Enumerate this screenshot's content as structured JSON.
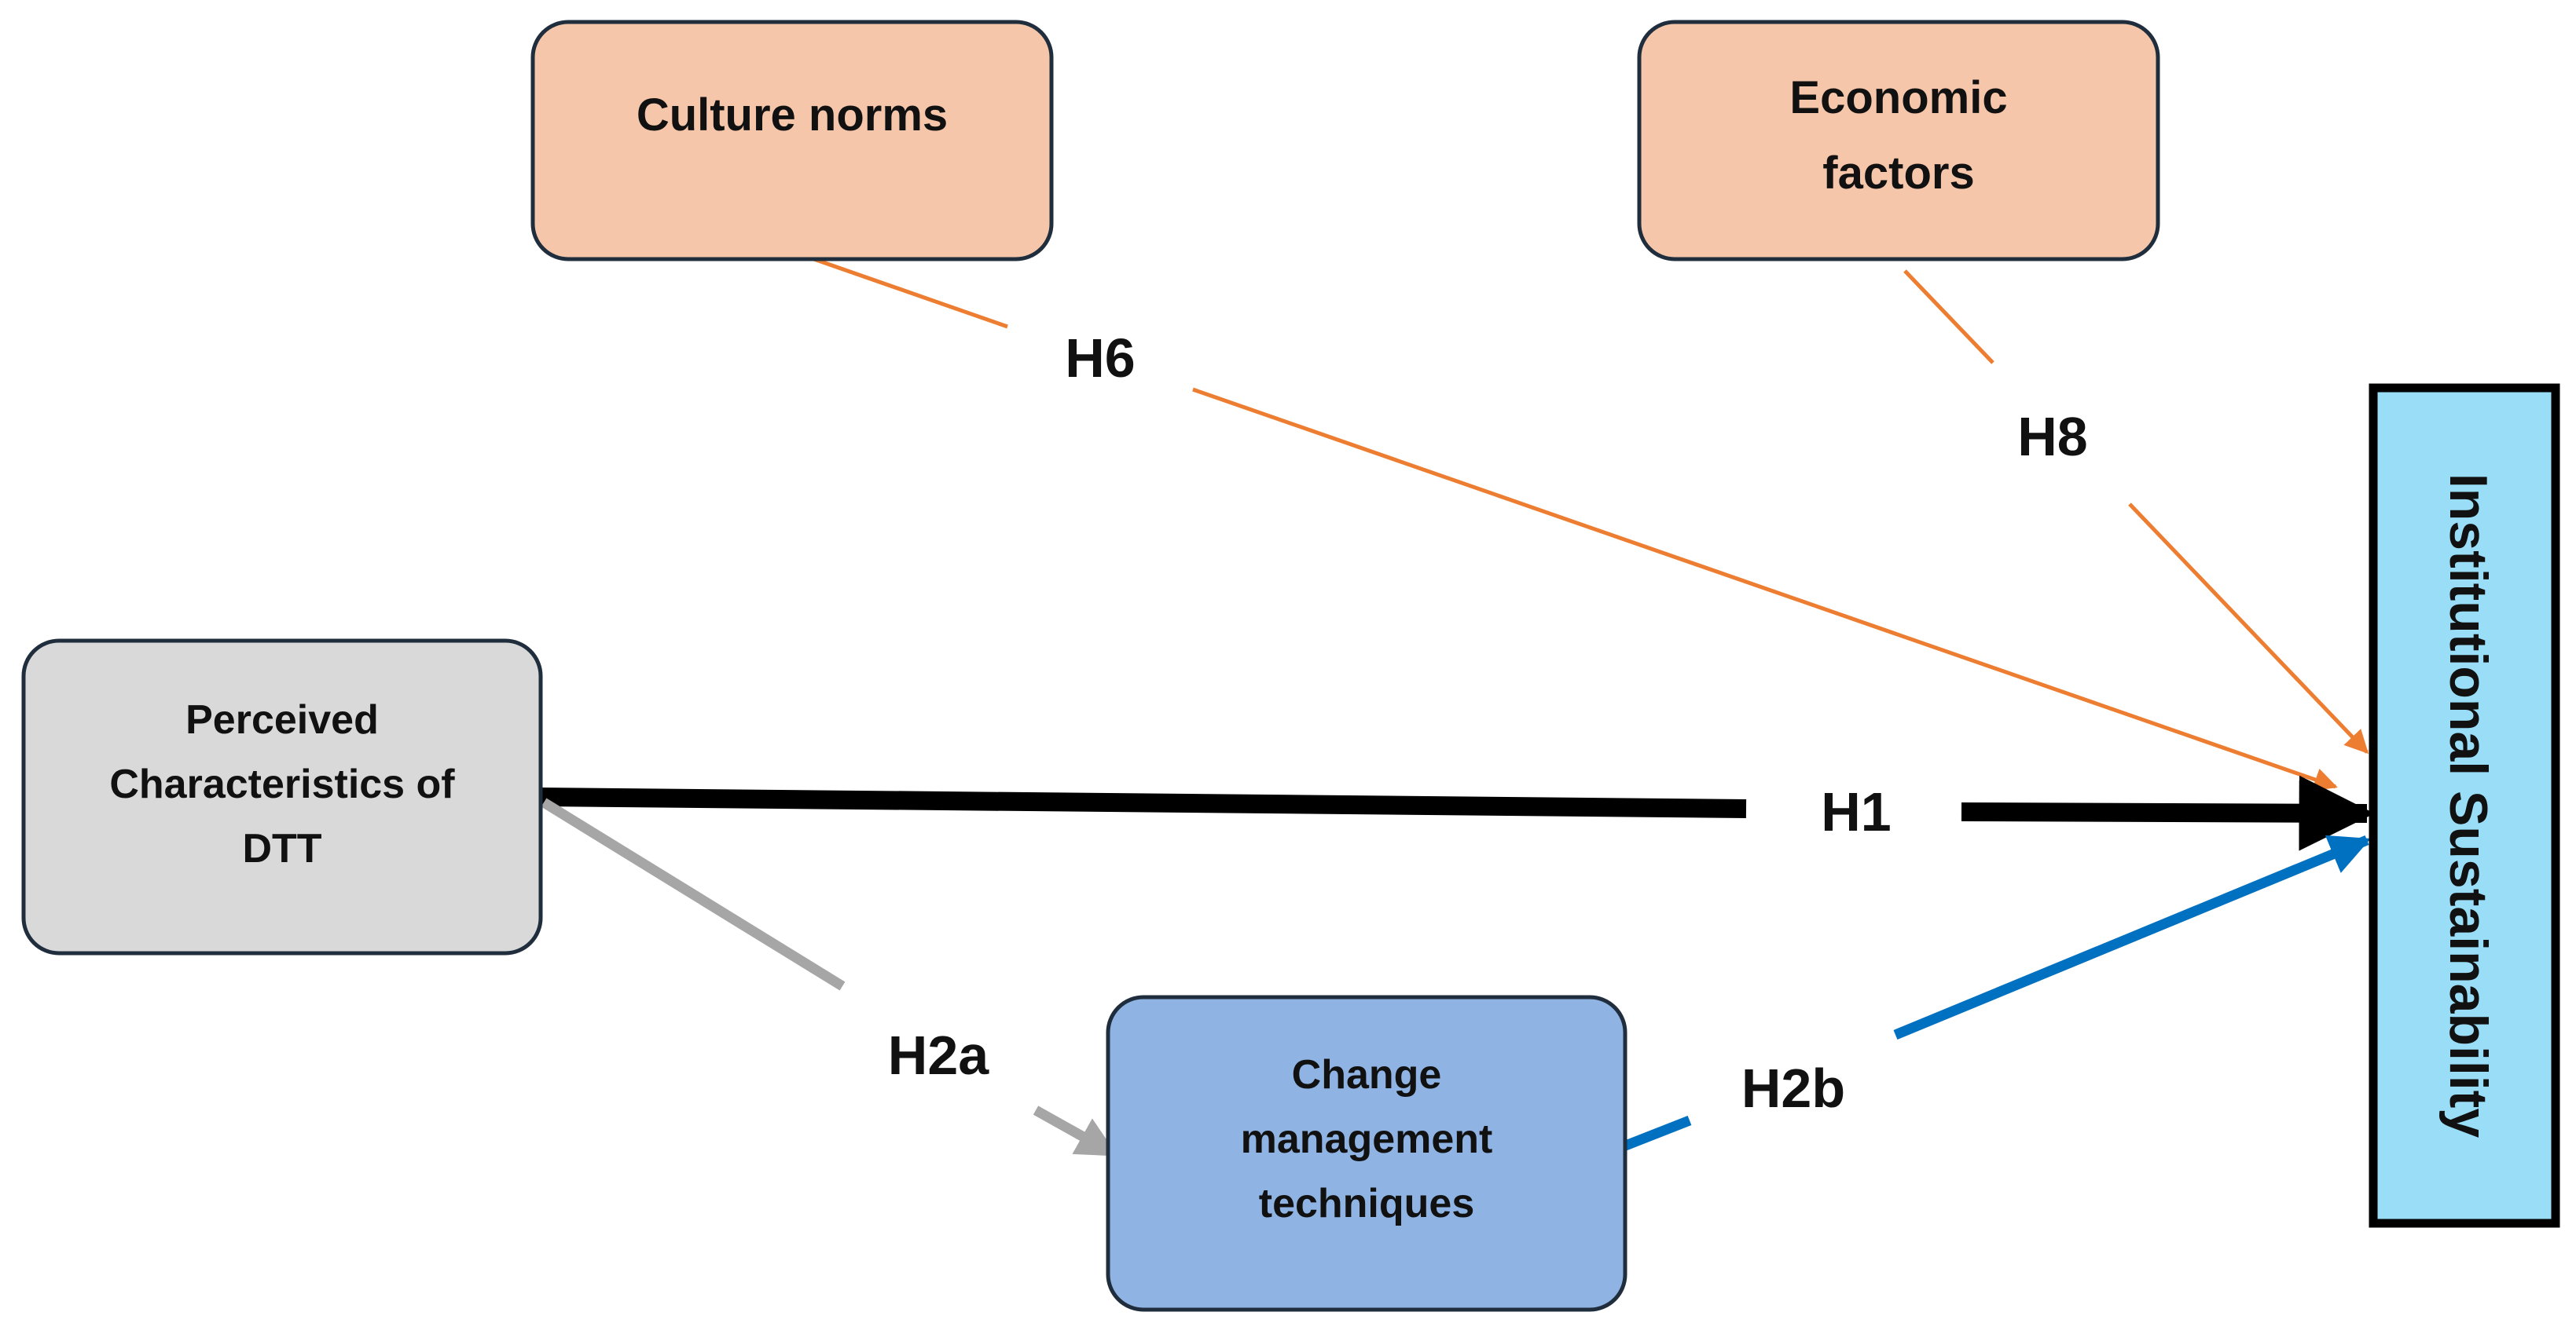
{
  "nodes": {
    "culture_norms": {
      "lines": [
        "Culture norms"
      ],
      "fill": "#F5C6AA"
    },
    "economic_factors": {
      "lines": [
        "Economic",
        "factors"
      ],
      "fill": "#F5C6AA"
    },
    "perceived_characteristics": {
      "lines": [
        "Perceived",
        "Characteristics of",
        "DTT"
      ],
      "fill": "#D9D9D9"
    },
    "change_management": {
      "lines": [
        "Change",
        "management",
        "techniques"
      ],
      "fill": "#8FB4E3"
    },
    "institutional_sustainability": {
      "label": "Institutional Sustainability",
      "fill": "#99DDF7"
    }
  },
  "edges": {
    "h6": {
      "label": "H6",
      "from": "Culture norms",
      "to": "Institutional Sustainability",
      "color": "#ED7D31"
    },
    "h8": {
      "label": "H8",
      "from": "Economic factors",
      "to": "Institutional Sustainability",
      "color": "#ED7D31"
    },
    "h1": {
      "label": "H1",
      "from": "Perceived Characteristics of DTT",
      "to": "Institutional Sustainability",
      "color": "#000000"
    },
    "h2a": {
      "label": "H2a",
      "from": "Perceived Characteristics of DTT",
      "to": "Change management techniques",
      "color": "#A6A6A6"
    },
    "h2b": {
      "label": "H2b",
      "from": "Change management techniques",
      "to": "Institutional Sustainability",
      "color": "#0070C0"
    }
  }
}
